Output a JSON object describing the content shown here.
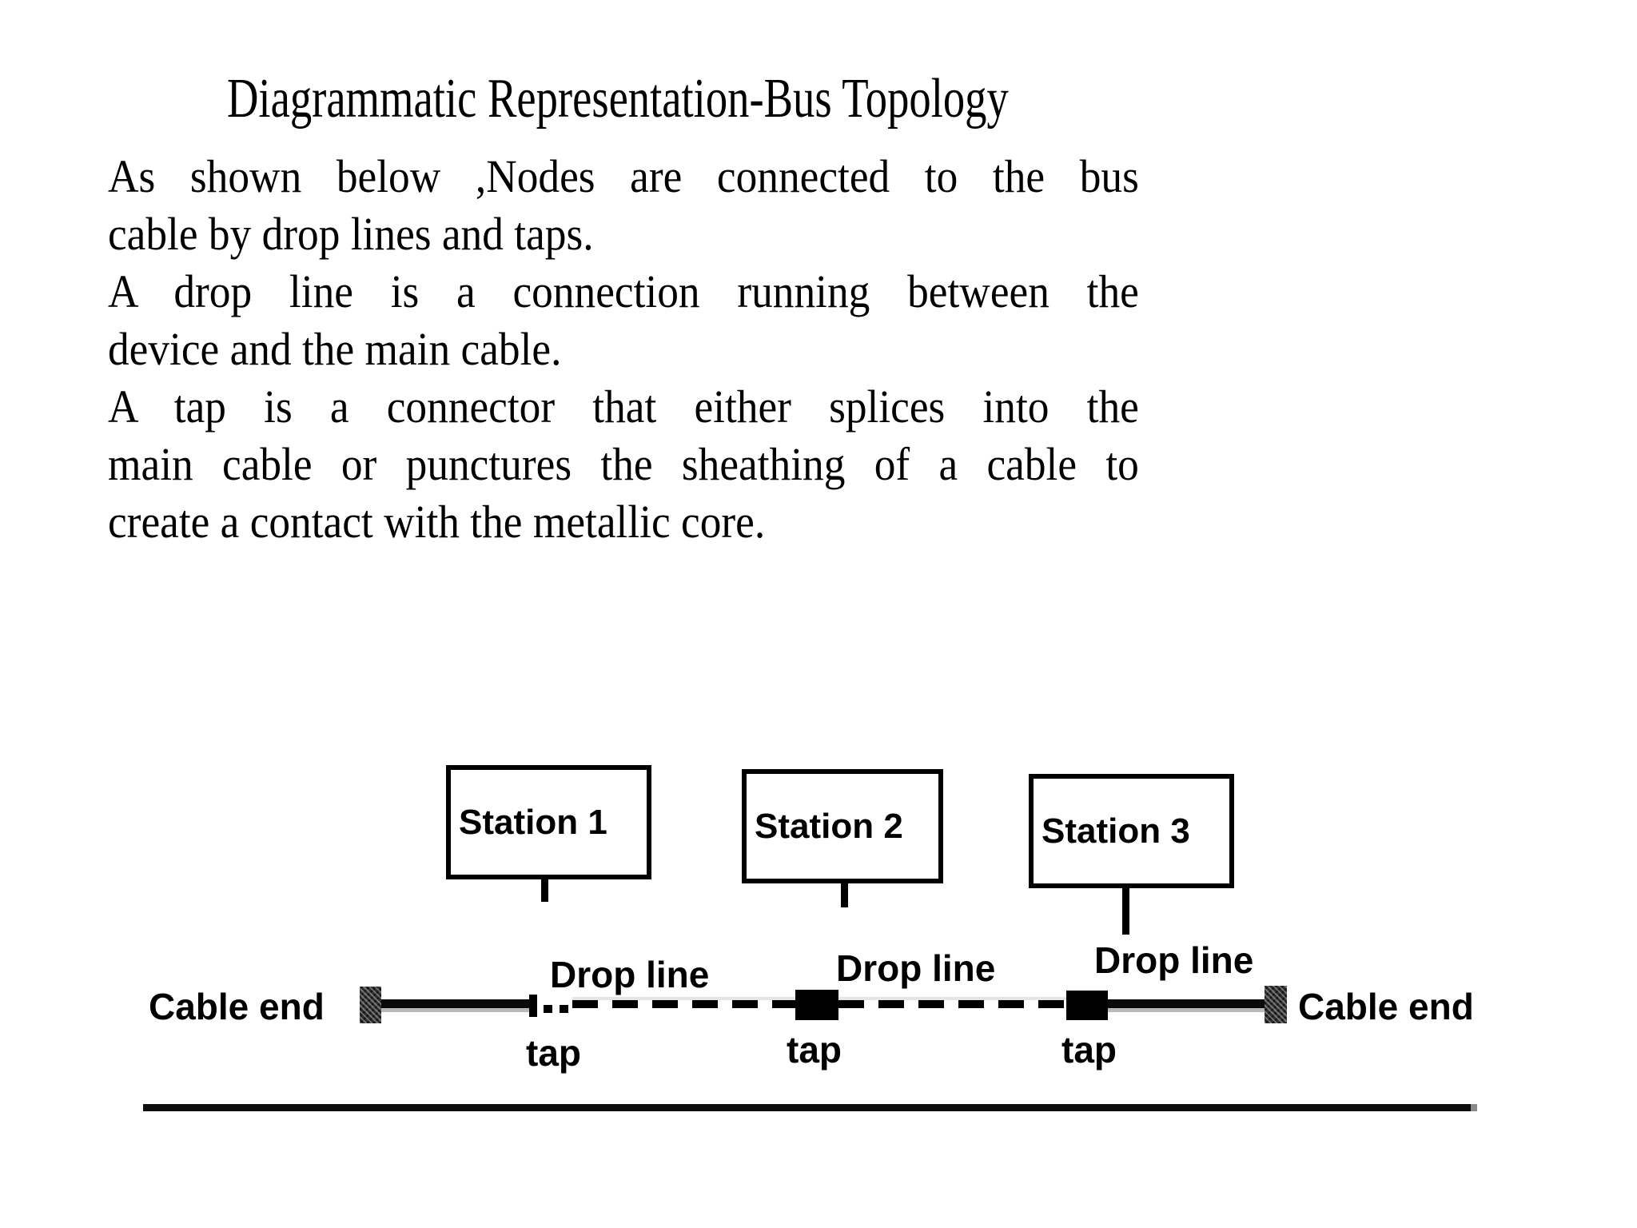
{
  "slide": {
    "title": "Diagrammatic Representation-Bus Topology",
    "body_lines": [
      "As shown below ,Nodes are connected to the bus",
      "cable by drop lines and taps.",
      "A drop line is a connection running between the",
      "device and the main cable.",
      "A tap is a connector that either splices into the",
      "main cable or punctures the sheathing of a cable to",
      "create a contact with the metallic core."
    ]
  },
  "diagram": {
    "stations": [
      {
        "label": "Station 1",
        "drop_line_label": "Drop line",
        "tap_label": "tap"
      },
      {
        "label": "Station 2",
        "drop_line_label": "Drop line",
        "tap_label": "tap"
      },
      {
        "label": "Station 3",
        "drop_line_label": "Drop line",
        "tap_label": "tap"
      }
    ],
    "cable_end_left_label": "Cable end",
    "cable_end_right_label": "Cable end",
    "colors": {
      "ink": "#000000",
      "paper": "#ffffff",
      "terminator_gray": "#2e2e2e"
    }
  }
}
